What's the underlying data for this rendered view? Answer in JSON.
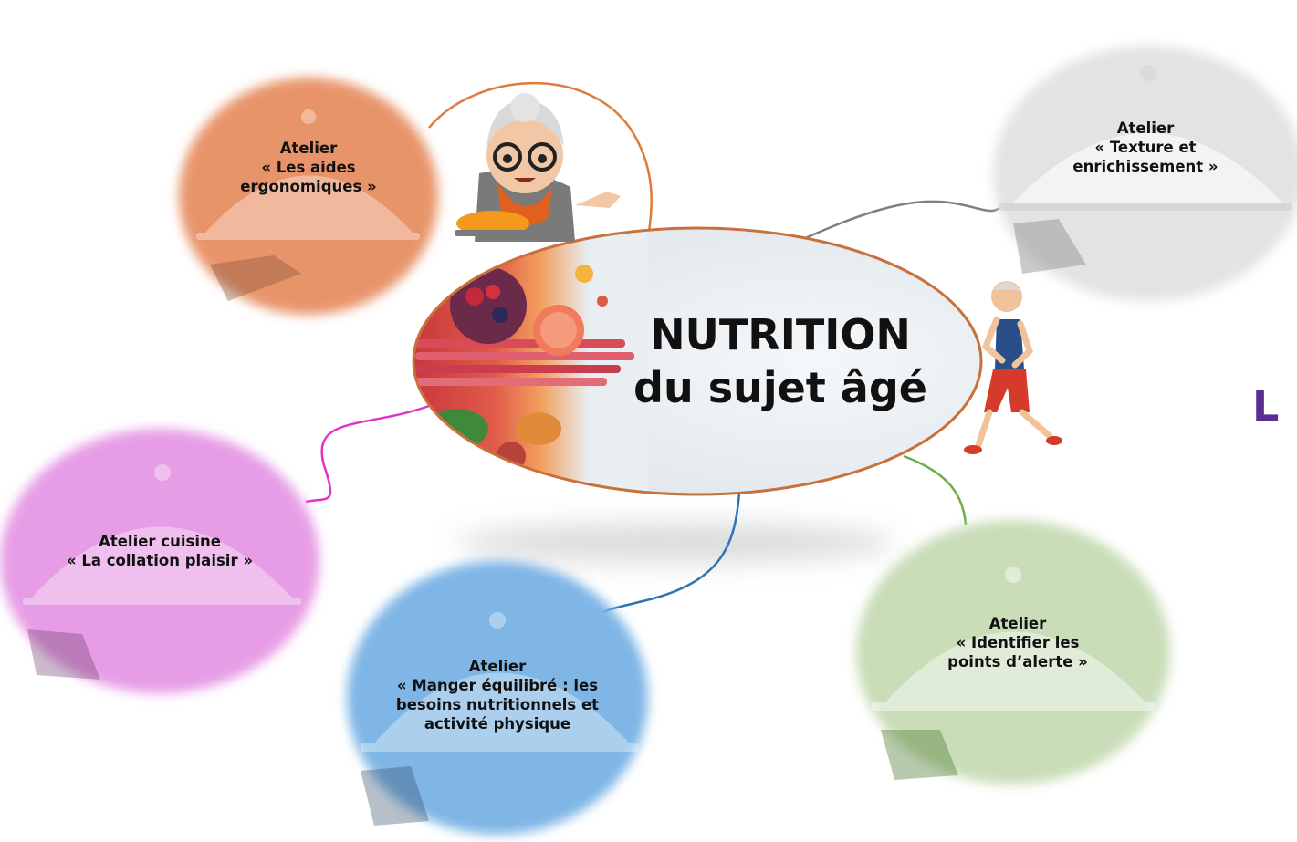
{
  "center": {
    "title_line1": "NUTRITION",
    "title_line2": "du sujet âgé"
  },
  "workshops": [
    {
      "id": "aides",
      "text": "Atelier\n« Les aides\nergonomiques »",
      "color": "#e8946a",
      "connector": "#e07b39"
    },
    {
      "id": "texture",
      "text": "Atelier\n« Texture et\nenrichissement »",
      "color": "#e3e3e3",
      "connector": "#7f7f7f"
    },
    {
      "id": "collation",
      "text": "Atelier cuisine\n« La collation plaisir »",
      "color": "#e79de6",
      "connector": "#e033c8"
    },
    {
      "id": "manger",
      "text": "Atelier\n« Manger équilibré : les\nbesoins nutritionnels et\nactivité physique",
      "color": "#7fb6e6",
      "connector": "#2e75b6"
    },
    {
      "id": "alerte",
      "text": "Atelier\n« Identifier les\npoints d’alerte »",
      "color": "#c9ddb8",
      "connector": "#70ad47"
    }
  ],
  "edge_text": "L",
  "icons": {
    "grandmother": "grandmother-chef-icon",
    "runner": "elderly-runner-icon",
    "cloche": "serving-cloche-icon"
  }
}
